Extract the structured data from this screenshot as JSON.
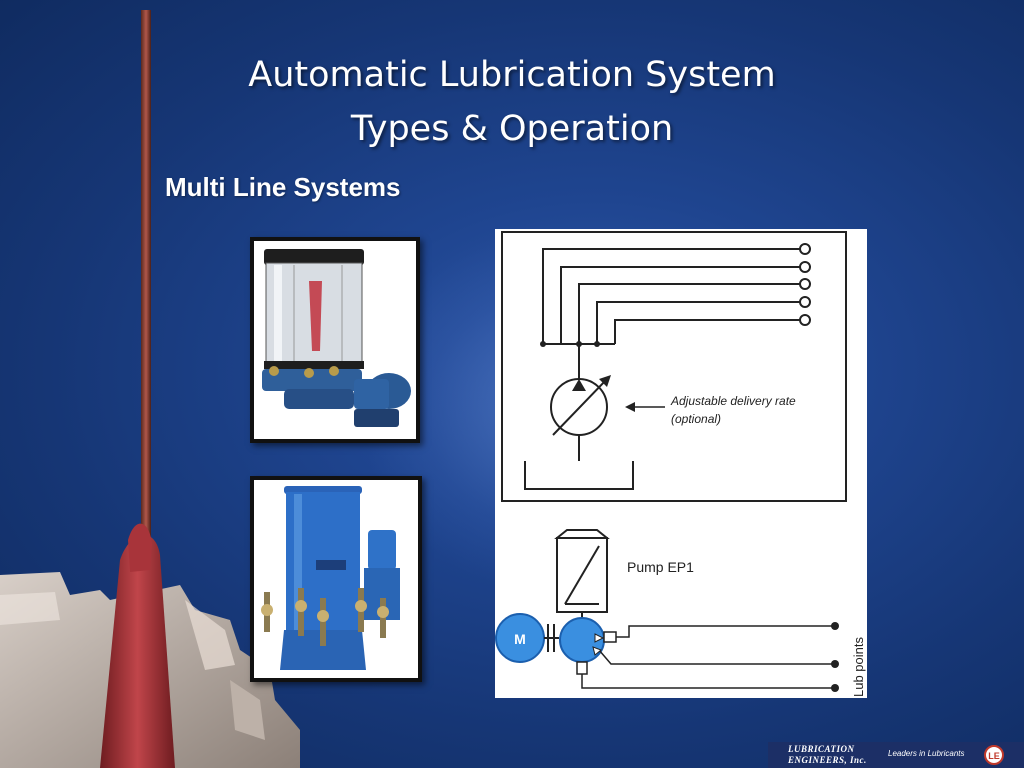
{
  "slide": {
    "title_line1": "Automatic Lubrication System",
    "title_line2": "Types & Operation",
    "subtitle": "Multi Line Systems"
  },
  "diagram_top": {
    "label_line1": "Adjustable delivery rate",
    "label_line2": "(optional)"
  },
  "diagram_bottom": {
    "pump_label": "Pump EP1",
    "motor_label": "M",
    "lub_points_label": "Lub points"
  },
  "footer": {
    "brand_line1": "LUBRICATION",
    "brand_line2": "ENGINEERS, Inc.",
    "tagline": "Leaders in Lubricants",
    "logo_text": "LE"
  },
  "colors": {
    "background": "#1f4590",
    "pump_blue": "#3a8fe0",
    "grease_red": "#a8343a"
  }
}
